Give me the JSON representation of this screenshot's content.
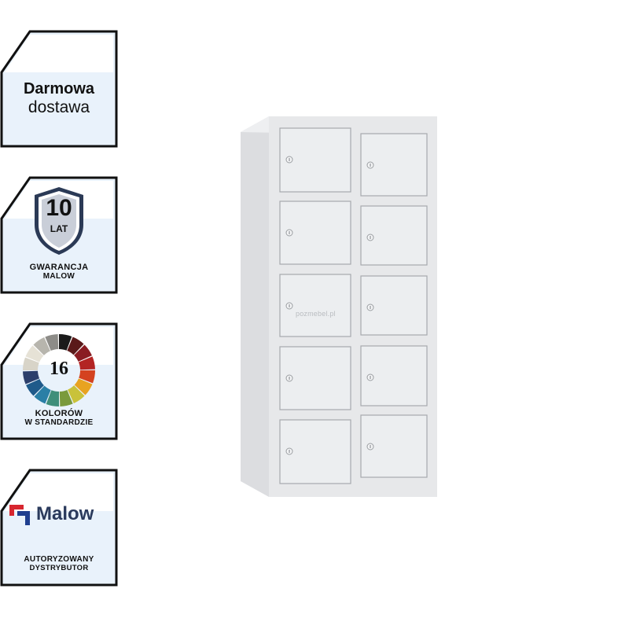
{
  "badges": {
    "delivery": {
      "line1": "Darmowa",
      "line2": "dostawa"
    },
    "warranty": {
      "number": "10",
      "unit": "LAT",
      "line1": "GWARANCJA",
      "line2": "MALOW"
    },
    "colors": {
      "number": "16",
      "line1": "KOLORÓW",
      "line2": "W STANDARDZIE",
      "wheel_colors": [
        "#1b1b1b",
        "#5a1a1a",
        "#8a1c22",
        "#b32424",
        "#d4421f",
        "#e8a321",
        "#c9c23a",
        "#7a9a3c",
        "#3f8f7a",
        "#2a7fa6",
        "#1f5a8a",
        "#2c3f6b",
        "#d8d4c8",
        "#e6e2d6",
        "#b7b5ad",
        "#8d8c88"
      ]
    },
    "distributor": {
      "brand": "Malow",
      "line1": "AUTORYZOWANY",
      "line2": "DYSTRYBUTOR"
    }
  },
  "watermark": "pozmebel.pl",
  "colors": {
    "frame": "#111111",
    "badge_fill": "#e9f2fb",
    "cabinet": "#e7e8ea",
    "door": "#eceef0",
    "door_edge": "#a6a9ad"
  }
}
